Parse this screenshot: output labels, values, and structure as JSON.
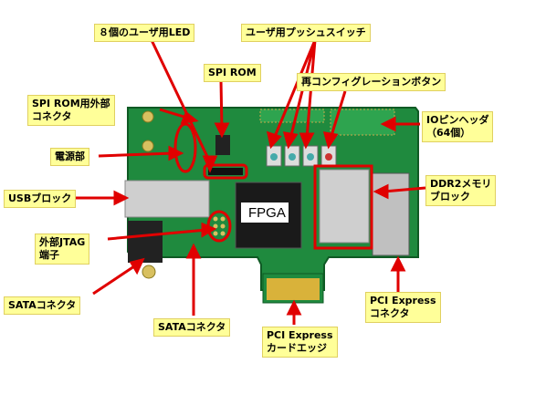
{
  "labels": {
    "led": "８個のユーザ用LED",
    "push_switch": "ユーザ用プッシュスイッチ",
    "spi_rom": "SPI ROM",
    "reconfig": "再コンフィグレーションボタン",
    "spi_ext_1": "SPI ROM用外部",
    "spi_ext_2": "コネクタ",
    "io_header_1": "IOピンヘッダ",
    "io_header_2": "（64個）",
    "power": "電源部",
    "usb": "USBブロック",
    "ddr2_1": "DDR2メモリ",
    "ddr2_2": "ブロック",
    "jtag_1": "外部JTAG",
    "jtag_2": "端子",
    "sata_left": "SATAコネクタ",
    "sata_bottom": "SATAコネクタ",
    "pcie_conn_1": "PCI Express",
    "pcie_conn_2": "コネクタ",
    "pcie_edge_1": "PCI Express",
    "pcie_edge_2": "カードエッジ"
  },
  "board": {
    "fpga_text": "FPGA"
  }
}
